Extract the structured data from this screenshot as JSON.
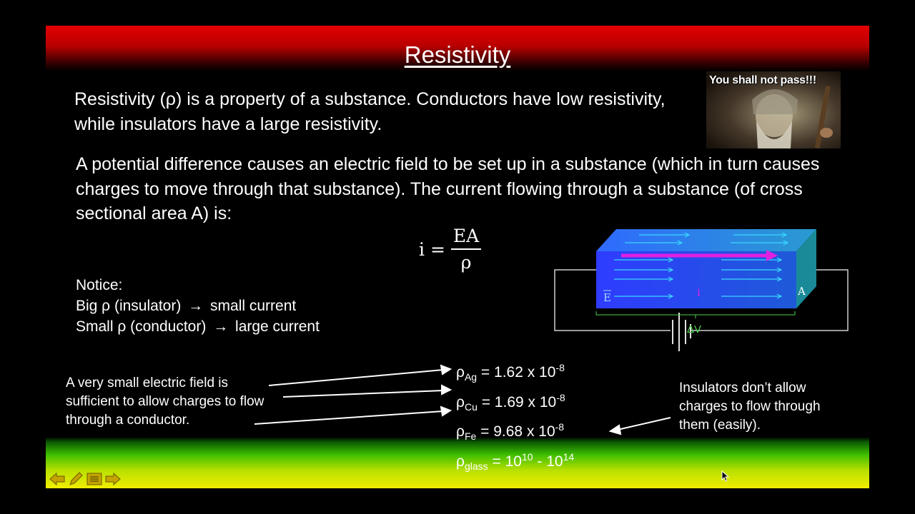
{
  "slide": {
    "title": "Resistivity",
    "para1": "Resistivity (ρ) is a property of a substance. Conductors have low resistivity, while insulators have a large resistivity.",
    "para2": "A potential difference causes an electric field to be set up in a substance (which in turn causes charges to move through that substance). The current flowing through a substance (of cross sectional area A) is:",
    "equation": {
      "lhs": "i =",
      "numerator": "EA",
      "denominator": "ρ"
    },
    "notice": {
      "heading": "Notice:",
      "line1_a": "Big ρ (insulator)",
      "line1_b": "small current",
      "line2_a": "Small ρ (conductor)",
      "line2_b": "large current",
      "arrow_glyph": "→"
    },
    "diagram": {
      "field_label": "E",
      "current_label": "i",
      "area_label": "A",
      "voltage_label": "ΔV"
    },
    "left_note": "A very small electric field is sufficient to allow charges to flow through a conductor.",
    "right_note": "Insulators don’t allow charges to flow through them (easily).",
    "resistivities": [
      {
        "symbol": "ρ",
        "sub": "Ag",
        "value": "= 1.62 x 10",
        "exp": "-8",
        "tail": ""
      },
      {
        "symbol": "ρ",
        "sub": "Cu",
        "value": "= 1.69 x 10",
        "exp": "-8",
        "tail": ""
      },
      {
        "symbol": "ρ",
        "sub": "Fe",
        "value": "= 9.68 x 10",
        "exp": "-8",
        "tail": ""
      },
      {
        "symbol": "ρ",
        "sub": "glass",
        "value": "= 10",
        "exp": "10",
        "tail": " - 10",
        "exp2": "14"
      }
    ],
    "image_caption": "You shall not pass!!!"
  },
  "toolbar": [
    "arrow-left-icon",
    "pen-icon",
    "menu-icon",
    "arrow-right-icon"
  ],
  "colors": {
    "top_band": "#e40000",
    "bottom_band": "#f2ee00",
    "block_blue": "#2f3cff",
    "block_top": "#3a8cff",
    "block_side": "#1a8a99",
    "field_lines": "#3ad7ff",
    "current_arrow": "#e020e0",
    "voltage_green": "#4fd04f"
  }
}
